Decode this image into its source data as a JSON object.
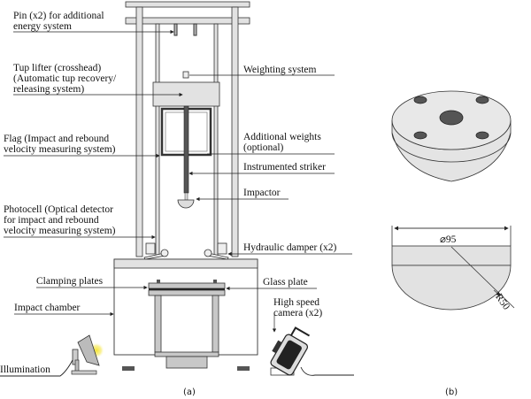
{
  "figure": {
    "panel_a": {
      "caption": "(a)",
      "labels": {
        "pin": [
          "Pin (x2) for additional",
          "energy system"
        ],
        "tup_lifter": [
          "Tup lifter (crosshead)",
          "(Automatic tup recovery/",
          "releasing system)"
        ],
        "flag": [
          "Flag (Impact and rebound",
          "velocity measuring system)"
        ],
        "photocell": [
          "Photocell (Optical detector",
          "for impact and rebound",
          "velocity measuring system)"
        ],
        "clamping_plates": [
          "Clamping plates"
        ],
        "impact_chamber": [
          "Impact chamber"
        ],
        "illumination": [
          "Illumination"
        ],
        "weighting_system": [
          "Weighting system"
        ],
        "additional_weights": [
          "Additional weights",
          "(optional)"
        ],
        "instrumented_striker": [
          "Instrumented striker"
        ],
        "impactor": [
          "Impactor"
        ],
        "hydraulic_damper": [
          "Hydraulic damper (x2)"
        ],
        "glass_plate": [
          "Glass plate"
        ],
        "high_speed_camera": [
          "High speed",
          "camera (x2)"
        ]
      }
    },
    "panel_b": {
      "caption": "(b)",
      "diameter_label": "⌀95",
      "radius_label": "R50"
    }
  },
  "colors": {
    "frame_fill": "#e2e2e2",
    "part_fill": "#c8c8c8",
    "stroke": "#333333",
    "dark": "#444444",
    "glow": "#f5e430"
  }
}
